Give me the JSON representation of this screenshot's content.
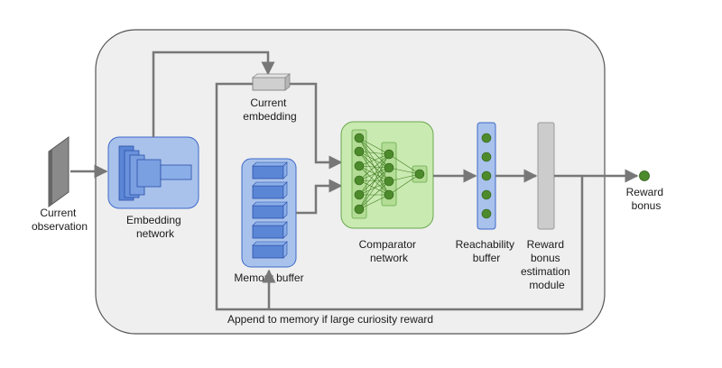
{
  "labels": {
    "current_observation": [
      "Current",
      "observation"
    ],
    "embedding_network": [
      "Embedding",
      "network"
    ],
    "current_embedding": [
      "Current",
      "embedding"
    ],
    "memory_buffer": [
      "Memory buffer"
    ],
    "comparator_network": [
      "Comparator",
      "network"
    ],
    "reachability_buffer": [
      "Reachability",
      "buffer"
    ],
    "reward_bonus_module": [
      "Reward",
      "bonus",
      "estimation",
      "module"
    ],
    "reward_bonus": [
      "Reward",
      "bonus"
    ],
    "append_note": [
      "Append to memory if large curiosity reward"
    ]
  },
  "colors": {
    "panel_fill": "#efefef",
    "panel_stroke": "#555555",
    "arrow": "#777777",
    "blue_fill": "#a9c2ec",
    "blue_stroke": "#3d68c9",
    "green_fill": "#c9eab0",
    "green_stroke": "#6aa84f",
    "green_node": "#4d8a2c",
    "gray_module": "#cccccc"
  }
}
